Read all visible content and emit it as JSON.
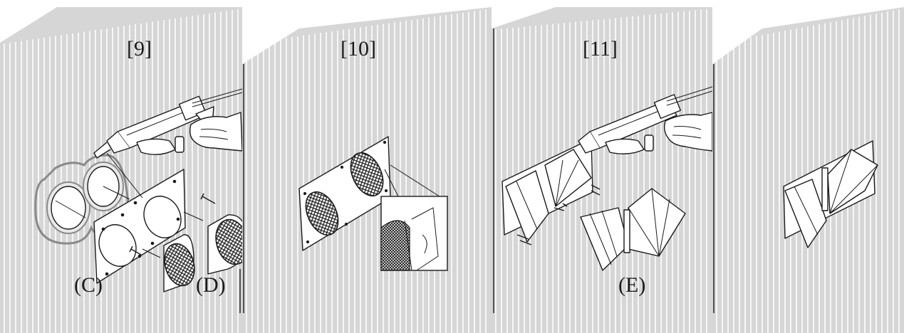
{
  "steps": [
    {
      "id": "9",
      "label": "[9]",
      "parts": [
        {
          "label": "(C)"
        },
        {
          "label": "(D)"
        }
      ]
    },
    {
      "id": "10",
      "label": "[10]",
      "parts": []
    },
    {
      "id": "11",
      "label": "[11]",
      "parts": [
        {
          "label": "(E)"
        }
      ]
    },
    {
      "id": "final",
      "label": "",
      "parts": []
    }
  ],
  "colors": {
    "wall": "#d6d6d6",
    "rib": "#ffffff",
    "ink": "#1a1a1a",
    "sealant_outline": "#8a8a8a"
  },
  "icons": [
    "caulking-gun-icon",
    "hand-icon",
    "mesh-grille-icon",
    "wall-plate-icon",
    "hood-cover-icon",
    "screw-icon"
  ]
}
